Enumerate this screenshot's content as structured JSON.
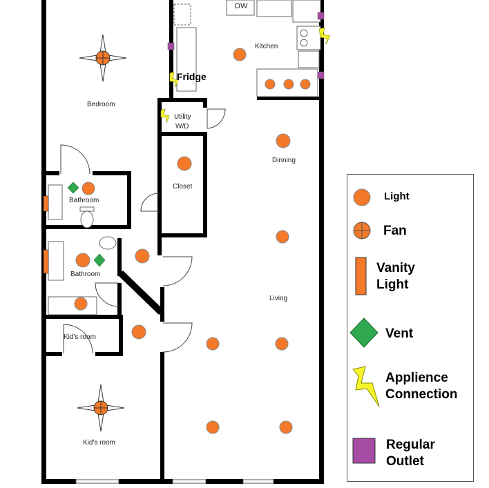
{
  "rooms": {
    "dw": "DW",
    "kitchen": "Kitchen",
    "fridge": "Fridge",
    "bedroom": "Bedroom",
    "utility_line1": "Utility",
    "utility_line2": "W/D",
    "dinning": "Dinning",
    "closet": "Closet",
    "bathroom_upper": "Bathroom",
    "bathroom_lower": "Bathroom",
    "living": "Living",
    "kids_room_small": "Kid's room",
    "kids_room_large": "Kid's room"
  },
  "legend": {
    "light": "Light",
    "fan": "Fan",
    "vanity_line1": "Vanity",
    "vanity_line2": "Light",
    "vent": "Vent",
    "appliance_line1": "Applience",
    "appliance_line2": "Connection",
    "outlet_line1": "Regular",
    "outlet_line2": "Outlet"
  },
  "colors": {
    "light": "#f47a2a",
    "vent": "#2fa84f",
    "appliance": "#f5f52a",
    "outlet": "#a64ca6",
    "wall": "#000000"
  }
}
